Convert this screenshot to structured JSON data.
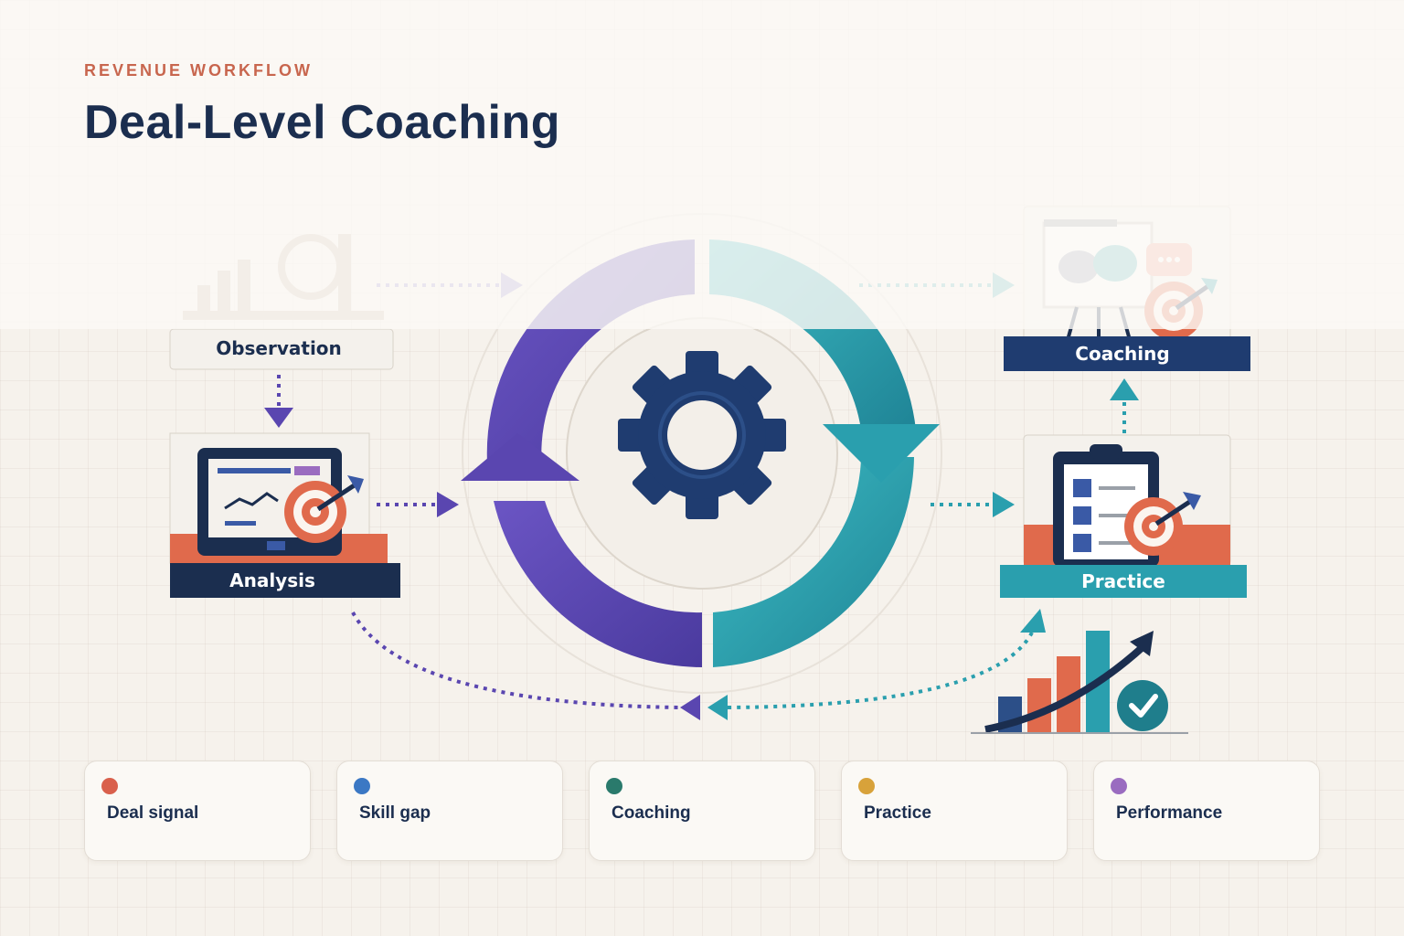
{
  "header": {
    "eyebrow": "REVENUE WORKFLOW",
    "title": "Deal-Level Coaching"
  },
  "nodes": {
    "observation": "Observation",
    "analysis": "Analysis",
    "coaching": "Coaching",
    "practice": "Practice"
  },
  "cycle": {
    "center_icon": "gear-icon"
  },
  "legend": [
    {
      "label": "Deal signal",
      "color": "#d9604c"
    },
    {
      "label": "Skill gap",
      "color": "#3b78c4"
    },
    {
      "label": "Coaching",
      "color": "#2a7a6c"
    },
    {
      "label": "Practice",
      "color": "#d8a23a"
    },
    {
      "label": "Performance",
      "color": "#9a6cc0"
    }
  ],
  "colors": {
    "navy": "#1b2e4f",
    "purple": "#5a46b0",
    "teal": "#2a9fae",
    "accent": "#c8664e"
  }
}
